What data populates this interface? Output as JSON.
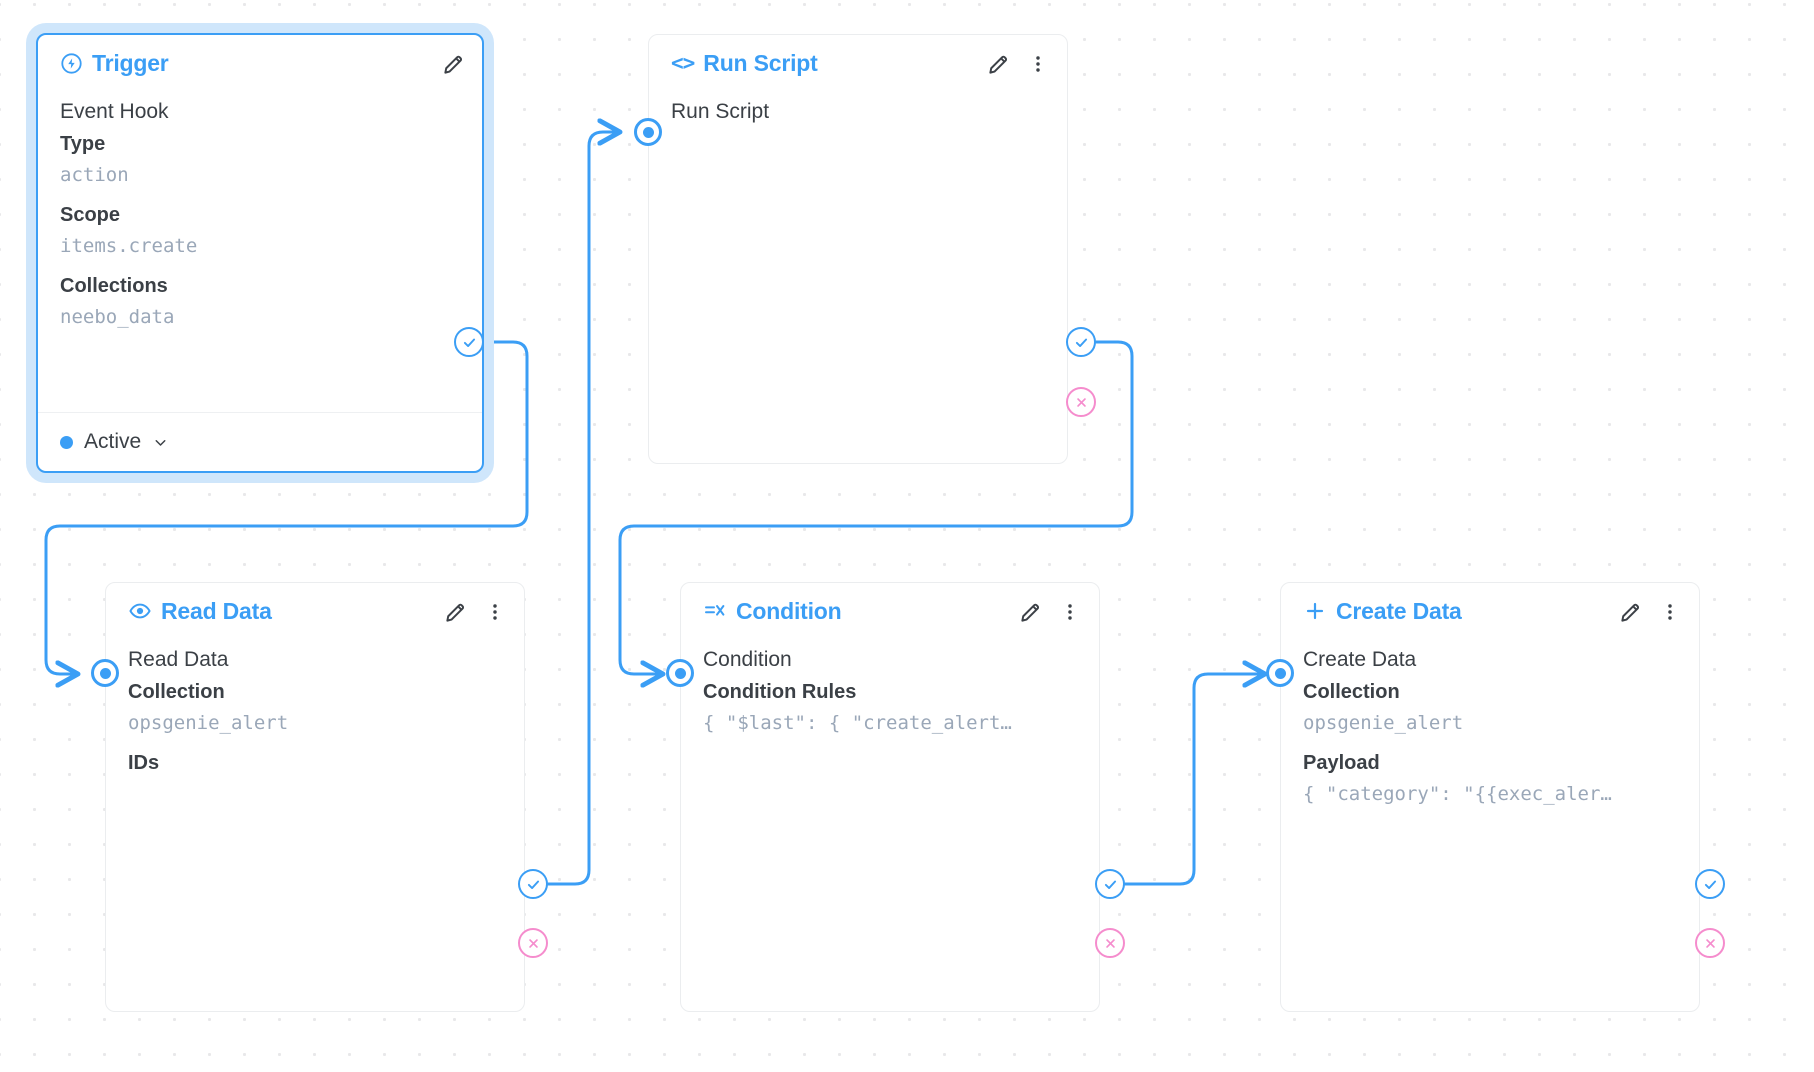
{
  "canvas": {
    "title": "Flow Editor Canvas",
    "accent_color": "#3b9ef5",
    "reject_color": "#f58ccd",
    "grid_dot_color": "#e8e8ea",
    "background": "#ffffff"
  },
  "nodes": [
    {
      "id": "trigger",
      "header_label": "Trigger",
      "header_icon": "bolt-circle-icon",
      "selected": true,
      "row_title": "Event Hook",
      "fields": [
        {
          "label": "Type",
          "value": "action"
        },
        {
          "label": "Scope",
          "value": "items.create"
        },
        {
          "label": "Collections",
          "value": "neebo_data"
        }
      ],
      "footer": {
        "status_label": "Active",
        "status_color": "#3b9ef5",
        "chevron": "chevron-down-icon"
      },
      "actions": [
        "edit-icon"
      ]
    },
    {
      "id": "run-script",
      "header_label": "Run Script",
      "header_icon": "code-brackets-icon",
      "selected": false,
      "row_title": "Run Script",
      "fields": [],
      "actions": [
        "edit-icon",
        "more-options-icon"
      ]
    },
    {
      "id": "read-data",
      "header_label": "Read Data",
      "header_icon": "eye-icon",
      "selected": false,
      "row_title": "Read Data",
      "fields": [
        {
          "label": "Collection",
          "value": "opsgenie_alert"
        },
        {
          "label": "IDs",
          "value": ""
        }
      ],
      "actions": [
        "edit-icon",
        "more-options-icon"
      ]
    },
    {
      "id": "condition",
      "header_label": "Condition",
      "header_icon": "filter-condition-icon",
      "selected": false,
      "row_title": "Condition",
      "fields": [
        {
          "label": "Condition Rules",
          "value": "{ \"$last\": { \"create_alert…"
        }
      ],
      "actions": [
        "edit-icon",
        "more-options-icon"
      ]
    },
    {
      "id": "create-data",
      "header_label": "Create Data",
      "header_icon": "plus-icon",
      "selected": false,
      "row_title": "Create Data",
      "fields": [
        {
          "label": "Collection",
          "value": "opsgenie_alert"
        },
        {
          "label": "Payload",
          "value": "{ \"category\": \"{{exec_aler…"
        }
      ],
      "actions": [
        "edit-icon",
        "more-options-icon"
      ]
    }
  ],
  "ports": {
    "input_name": "input-port",
    "resolve_name": "resolve-port",
    "reject_name": "reject-port"
  }
}
